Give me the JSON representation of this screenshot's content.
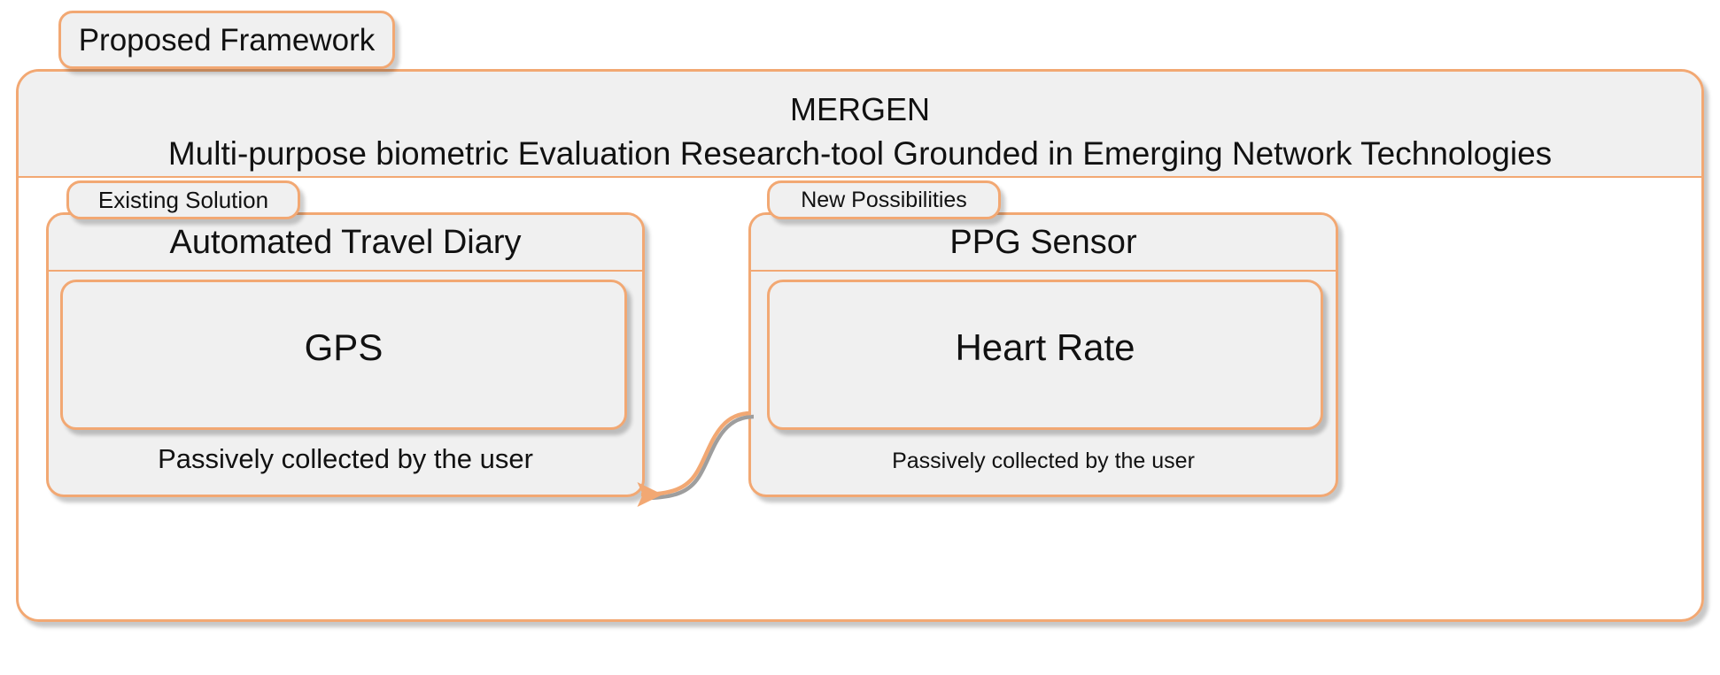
{
  "diagram": {
    "title_chip": "Proposed Framework",
    "framework": {
      "acronym": "MERGEN",
      "expansion": "Multi-purpose biometric Evaluation Research-tool Grounded in Emerging Network Technologies"
    },
    "branches": [
      {
        "chip": "Existing Solution",
        "title": "Automated Travel Diary",
        "item": "GPS",
        "footer": "Passively collected by the user"
      },
      {
        "chip": "New Possibilities",
        "title": "PPG Sensor",
        "item": "Heart Rate",
        "footer": "Passively collected by the user"
      }
    ],
    "connector": {
      "name": "heart-rate-to-gps-arrow",
      "direction": "right-to-left",
      "style": "s-curve-with-arrowhead"
    },
    "colors": {
      "border": "#F2A873",
      "fill": "#F0F0F0",
      "background": "#FFFFFF",
      "text": "#111111",
      "shadow": "#9E9E9E"
    }
  }
}
